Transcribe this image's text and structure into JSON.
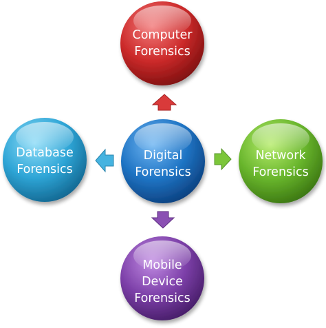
{
  "diagram": {
    "center": {
      "lines": [
        "Digital",
        "Forensics"
      ],
      "color": "#1f74c4"
    },
    "top": {
      "lines": [
        "Computer",
        "Forensics"
      ],
      "color": "#cc2a2a"
    },
    "right": {
      "lines": [
        "Network",
        "Forensics"
      ],
      "color": "#68b52c"
    },
    "bottom": {
      "lines": [
        "Mobile",
        "Device",
        "Forensics"
      ],
      "color": "#7c3fa8"
    },
    "left": {
      "lines": [
        "Database",
        "Forensics"
      ],
      "color": "#2ea5d6"
    },
    "arrows": {
      "up": {
        "color": "#d93a3a",
        "icon": "arrow-up-icon"
      },
      "right": {
        "color": "#7cc63a",
        "icon": "arrow-right-icon"
      },
      "down": {
        "color": "#8a4fb3",
        "icon": "arrow-down-icon"
      },
      "left": {
        "color": "#45b3e0",
        "icon": "arrow-left-icon"
      }
    }
  }
}
